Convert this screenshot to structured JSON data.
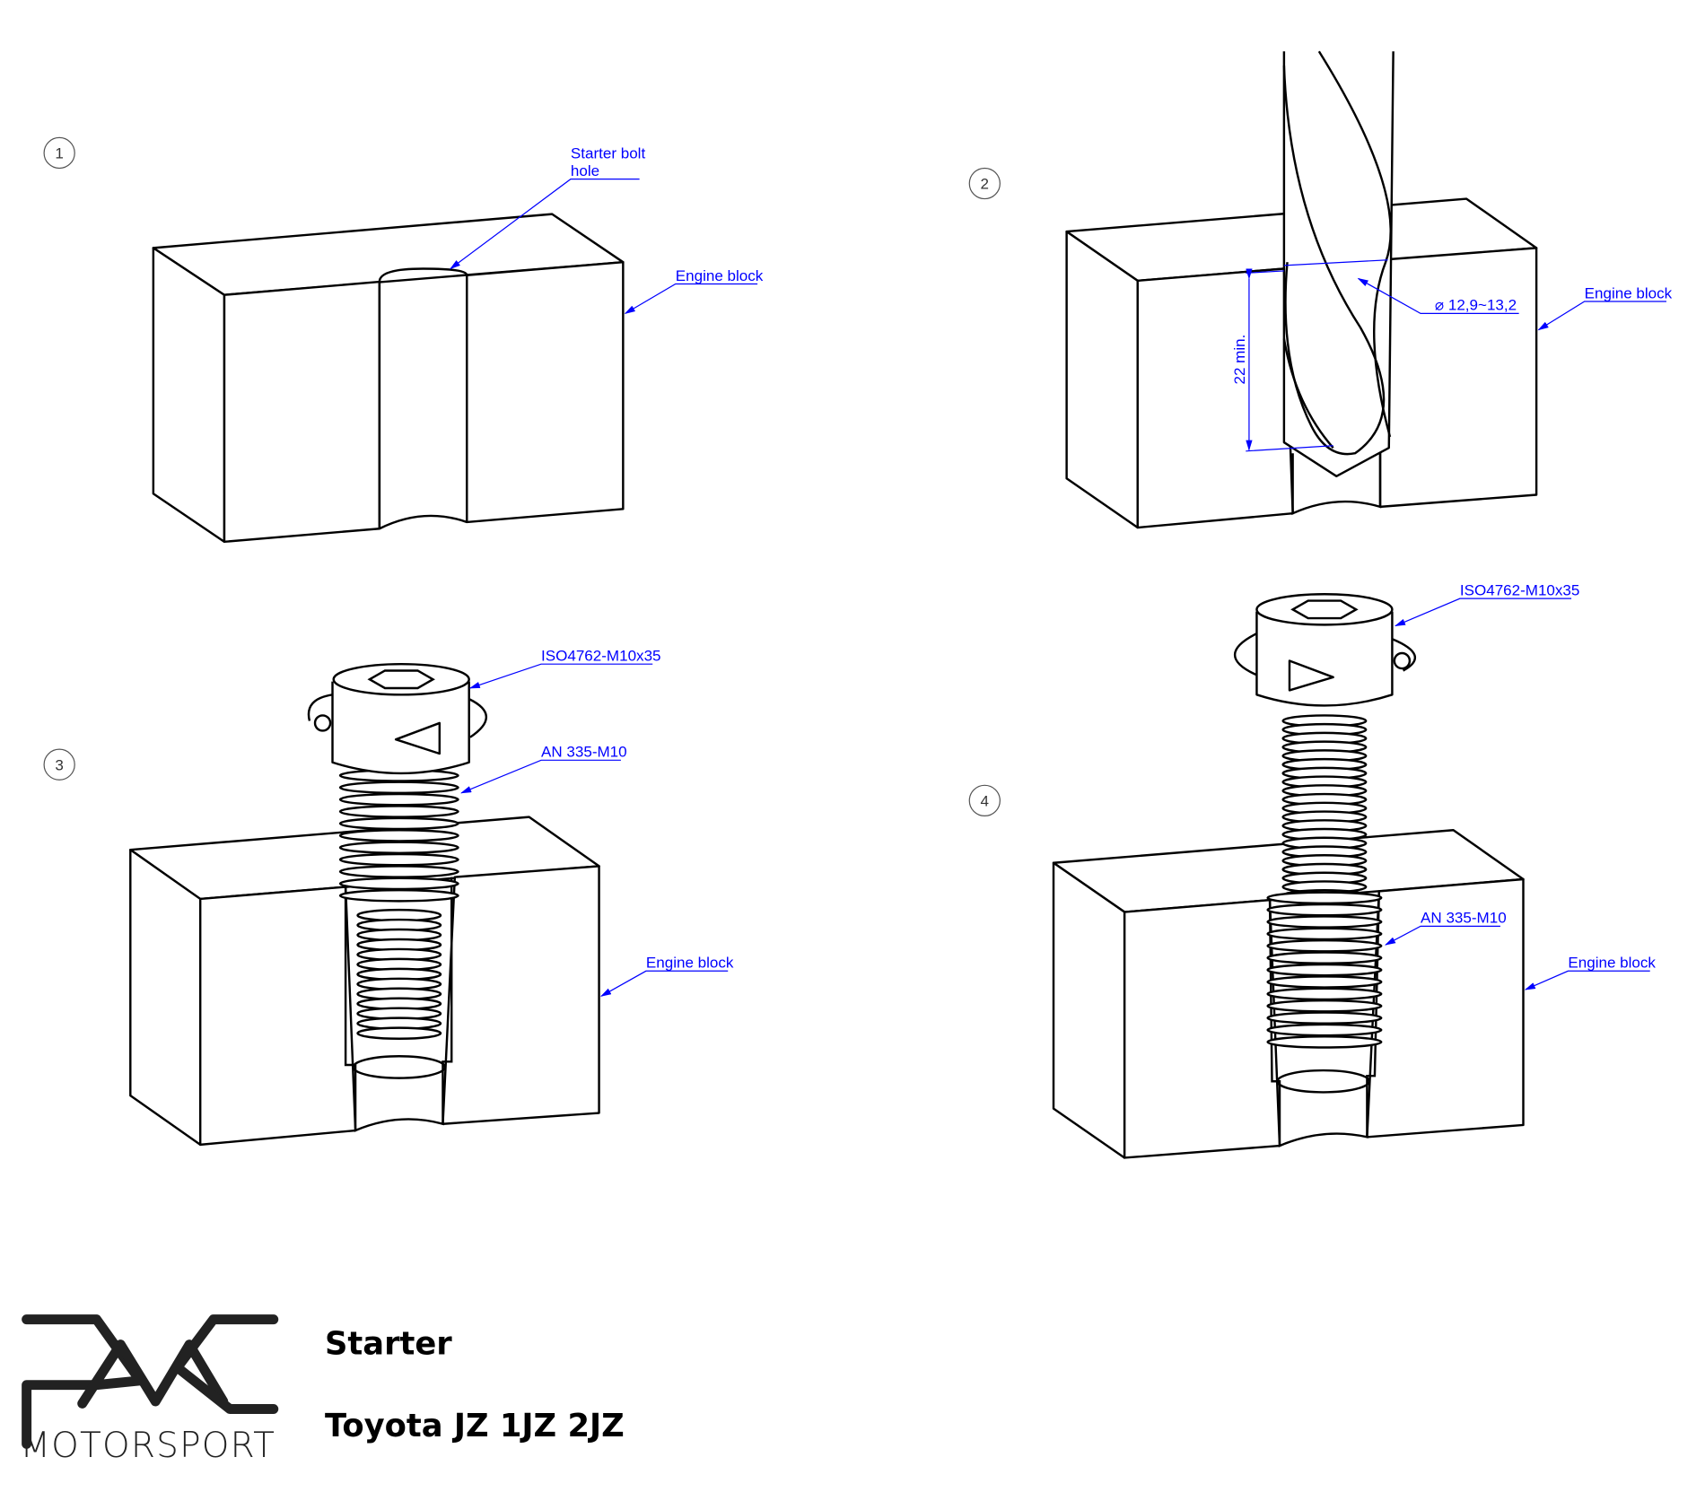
{
  "steps": [
    "1",
    "2",
    "3",
    "4"
  ],
  "labels": {
    "starter_bolt_hole_1": "Starter bolt",
    "starter_bolt_hole_2": "hole",
    "engine_block": "Engine block",
    "diameter": "⌀ 12,9~13,2",
    "depth": "22 min.",
    "bolt": "ISO4762-M10x35",
    "insert": "AN 335-M10"
  },
  "logo": {
    "brand": "MOTORSPORT"
  },
  "title": {
    "line1": "Starter",
    "line2": "Toyota JZ 1JZ 2JZ"
  },
  "colors": {
    "annotation": "#0000ff",
    "line": "#000000"
  }
}
